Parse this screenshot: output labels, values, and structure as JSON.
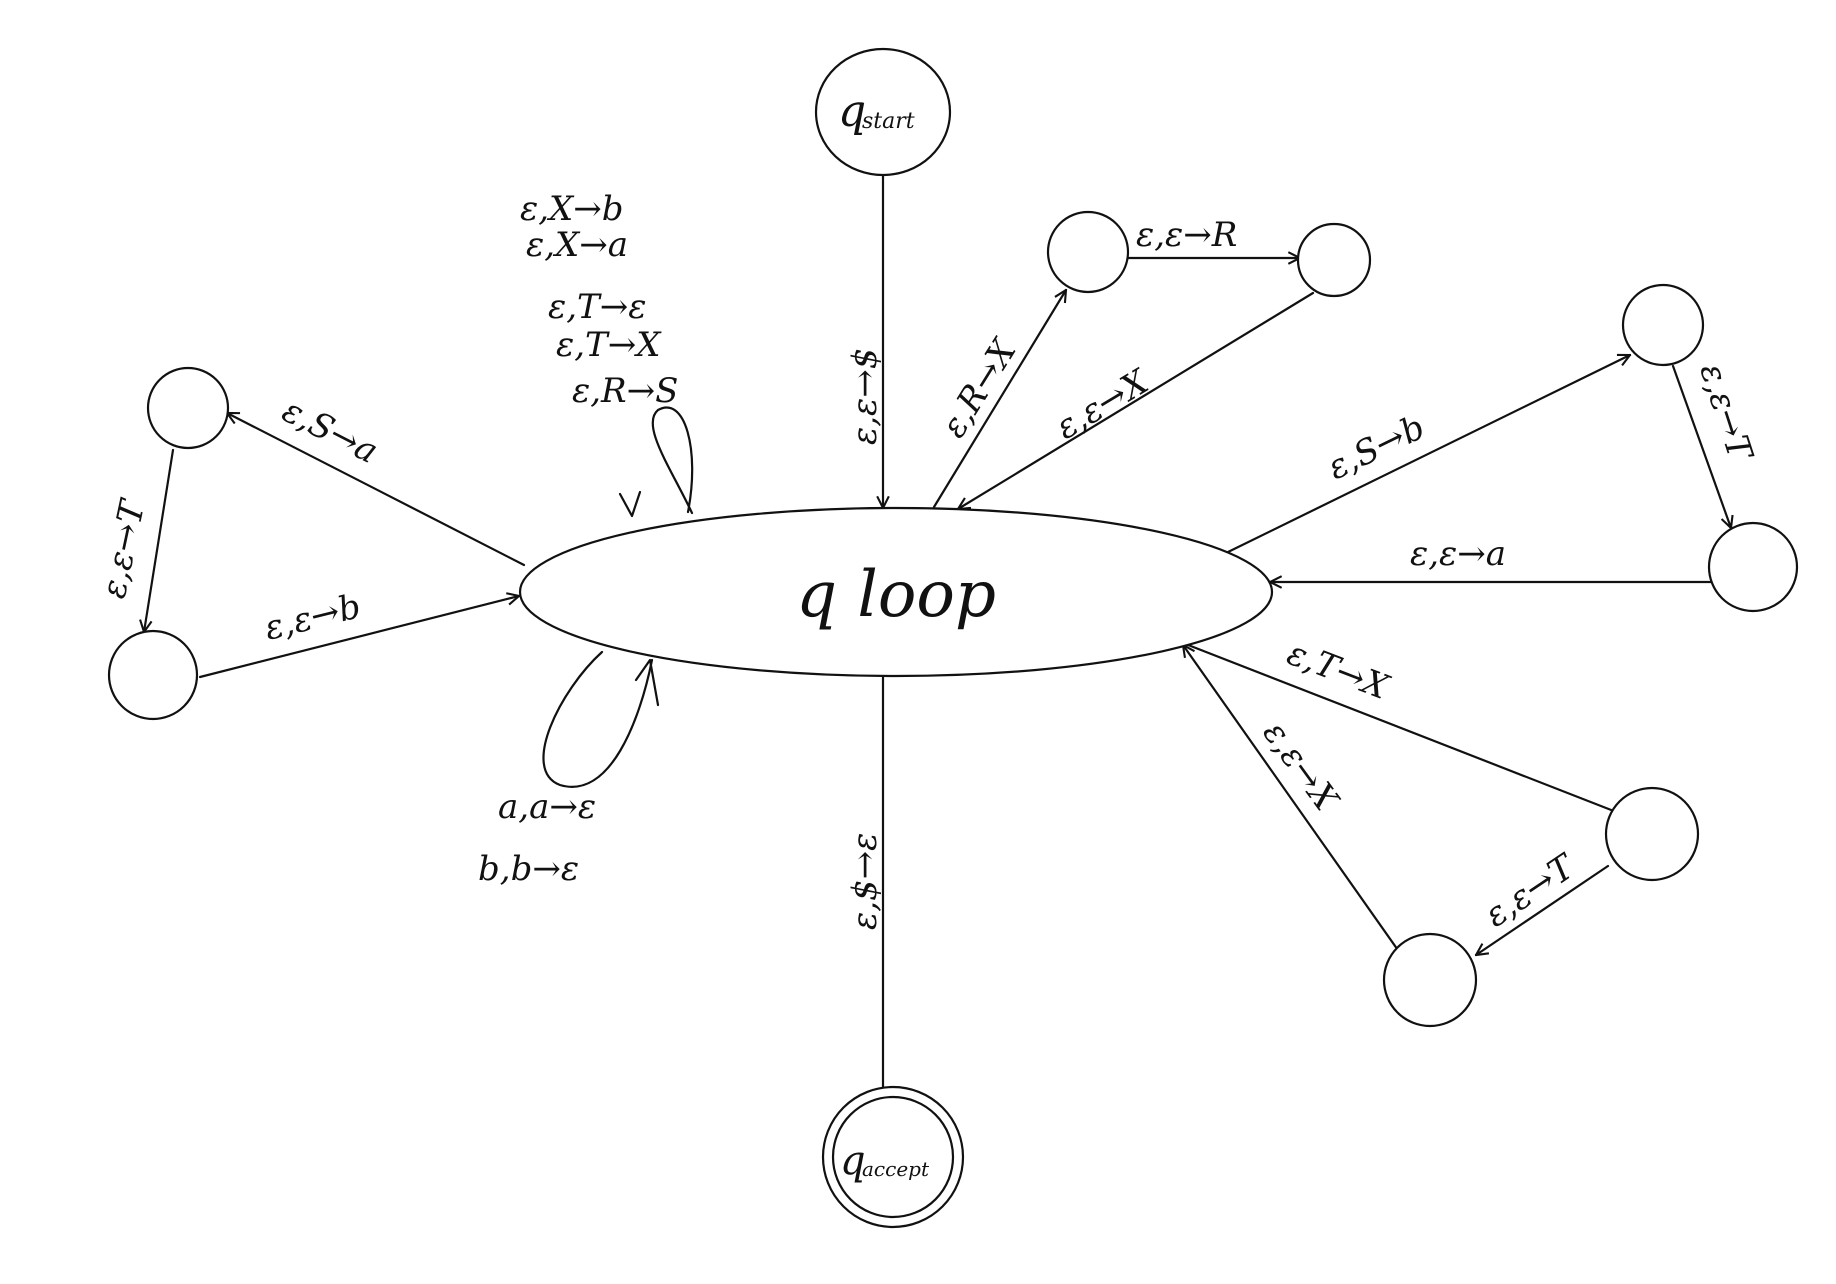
{
  "states": {
    "start": {
      "name": "q",
      "sub": "start"
    },
    "loop": {
      "name": "q loop"
    },
    "accept": {
      "name": "q",
      "sub": "accept"
    }
  },
  "edges": {
    "start_to_loop": "ε,ε→$",
    "loop_to_accept": "ε,$→ε",
    "self_loop_top": [
      "ε,X→b",
      "ε,X→a",
      "ε,T→ε",
      "ε,T→X",
      "ε,R→S"
    ],
    "self_loop_bottom": [
      "a,a→ε",
      "b,b→ε"
    ],
    "loop_to_r1": "ε,R→X",
    "r1_to_r2": "ε,ε→R",
    "r2_to_loop": "ε,ε→X",
    "loop_to_l1": "ε,S→a",
    "l1_to_l2": "ε,ε→T",
    "l2_to_loop": "ε,ε→b",
    "loop_to_e1": "ε,S→b",
    "e1_to_e2": "ε,ε→T",
    "e2_to_loop": "ε,ε→a",
    "loop_to_b1": "ε,T→X",
    "b1_to_b2": "ε,ε→T",
    "b2_to_loop": "ε,ε→X"
  }
}
